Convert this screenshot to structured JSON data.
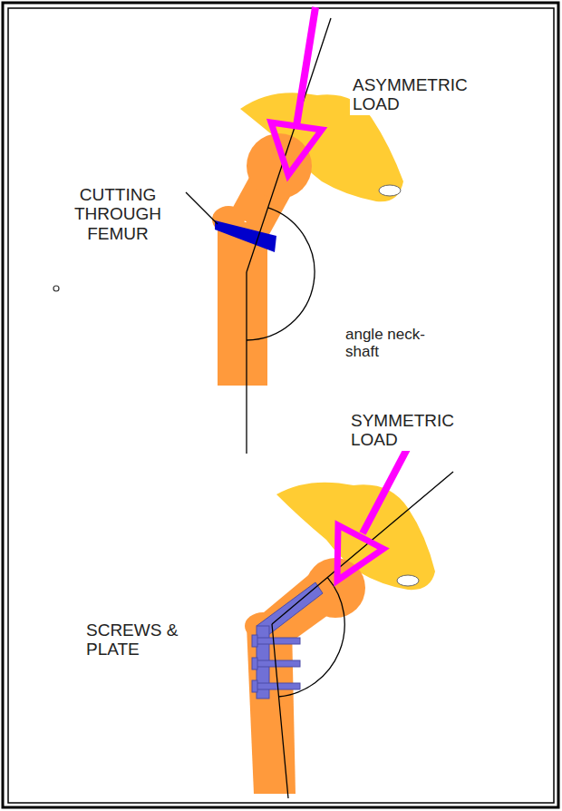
{
  "diagram": {
    "labels": [
      "ASYMMETRIC LOAD",
      "CUTTING THROUGH FEMUR",
      "angle neck-shaft",
      "SYMMETRIC LOAD",
      "SCREWS & PLATE"
    ]
  }
}
